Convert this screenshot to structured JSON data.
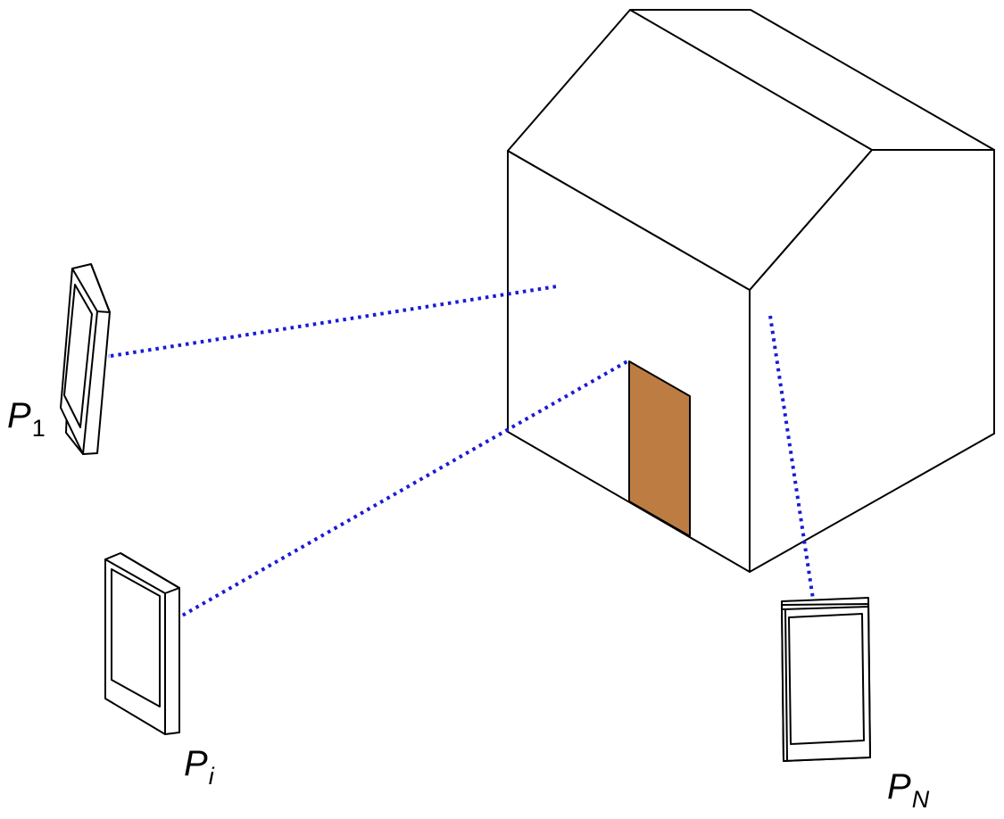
{
  "labels": {
    "p1": {
      "main": "P",
      "sub": "1"
    },
    "pi": {
      "main": "P",
      "sub": "i"
    },
    "pn": {
      "main": "P",
      "sub": "N"
    }
  },
  "colors": {
    "ray": "#1a1ad6",
    "ray_faint": "#a9acf0",
    "door": "#bd7d42",
    "outline": "#000000"
  }
}
